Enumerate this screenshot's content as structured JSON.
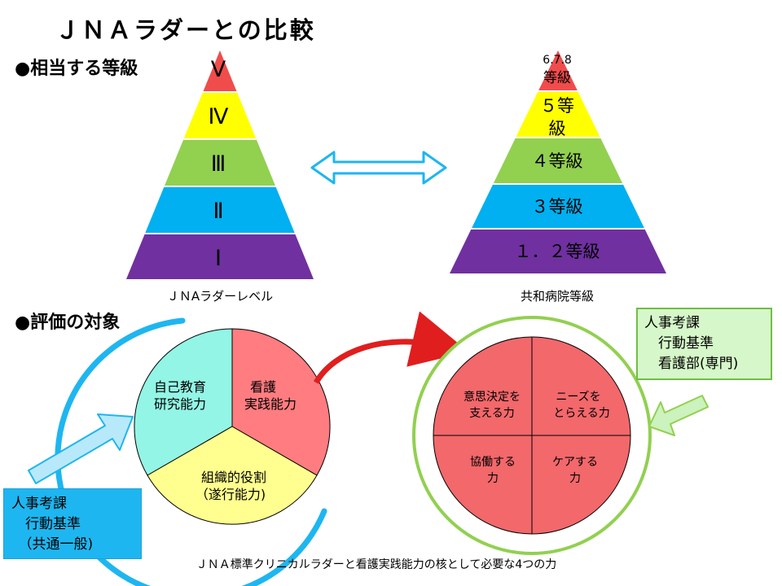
{
  "title": "ＪＮＡラダーとの比較",
  "section1": "●相当する等級",
  "section2": "●評価の対象",
  "jna_levels": [
    "Ⅴ",
    "Ⅳ",
    "Ⅲ",
    "Ⅱ",
    "Ⅰ"
  ],
  "jna_caption": "ＪＮAラダーレベル",
  "kyowa_top": [
    "6.7.8",
    "等級"
  ],
  "kyowa_levels": [
    "５等",
    "級",
    "４等級",
    "３等級",
    "１．２等級"
  ],
  "kyowa_caption": "共和病院等級",
  "left_circle": {
    "self_education": [
      "自己教育",
      "研究能力"
    ],
    "nursing_practice": [
      "看護",
      "実践能力"
    ],
    "organizational_role": [
      "組織的役割",
      "（遂行能力)"
    ]
  },
  "right_circle": {
    "decision": [
      "意思決定を",
      "支える力"
    ],
    "needs": [
      "ニーズを",
      "とらえる力"
    ],
    "collaboration": [
      "協働する",
      "力"
    ],
    "care": [
      "ケアする",
      "力"
    ]
  },
  "box_left": {
    "lines": [
      "人事考課",
      "　行動基準",
      "　（共通一般)"
    ]
  },
  "box_right": {
    "lines": [
      "人事考課",
      "　行動基準",
      "　看護部(専門)"
    ]
  },
  "bottom_caption": "ＪＮＡ標準クリニカルラダーと看護実践能力の核として必要な4つの力",
  "colors": {
    "red": "#f04c4c",
    "yellow": "#ffff00",
    "green": "#92d050",
    "blue": "#00b0f0",
    "purple": "#7030a0",
    "cyan": "#93f5e5",
    "pink": "#ff7c80",
    "pale_yellow": "#ffff8f",
    "cell_red": "#f2686b",
    "box_blue": "#1eb6f0",
    "box_green": "#d6f7c9"
  }
}
